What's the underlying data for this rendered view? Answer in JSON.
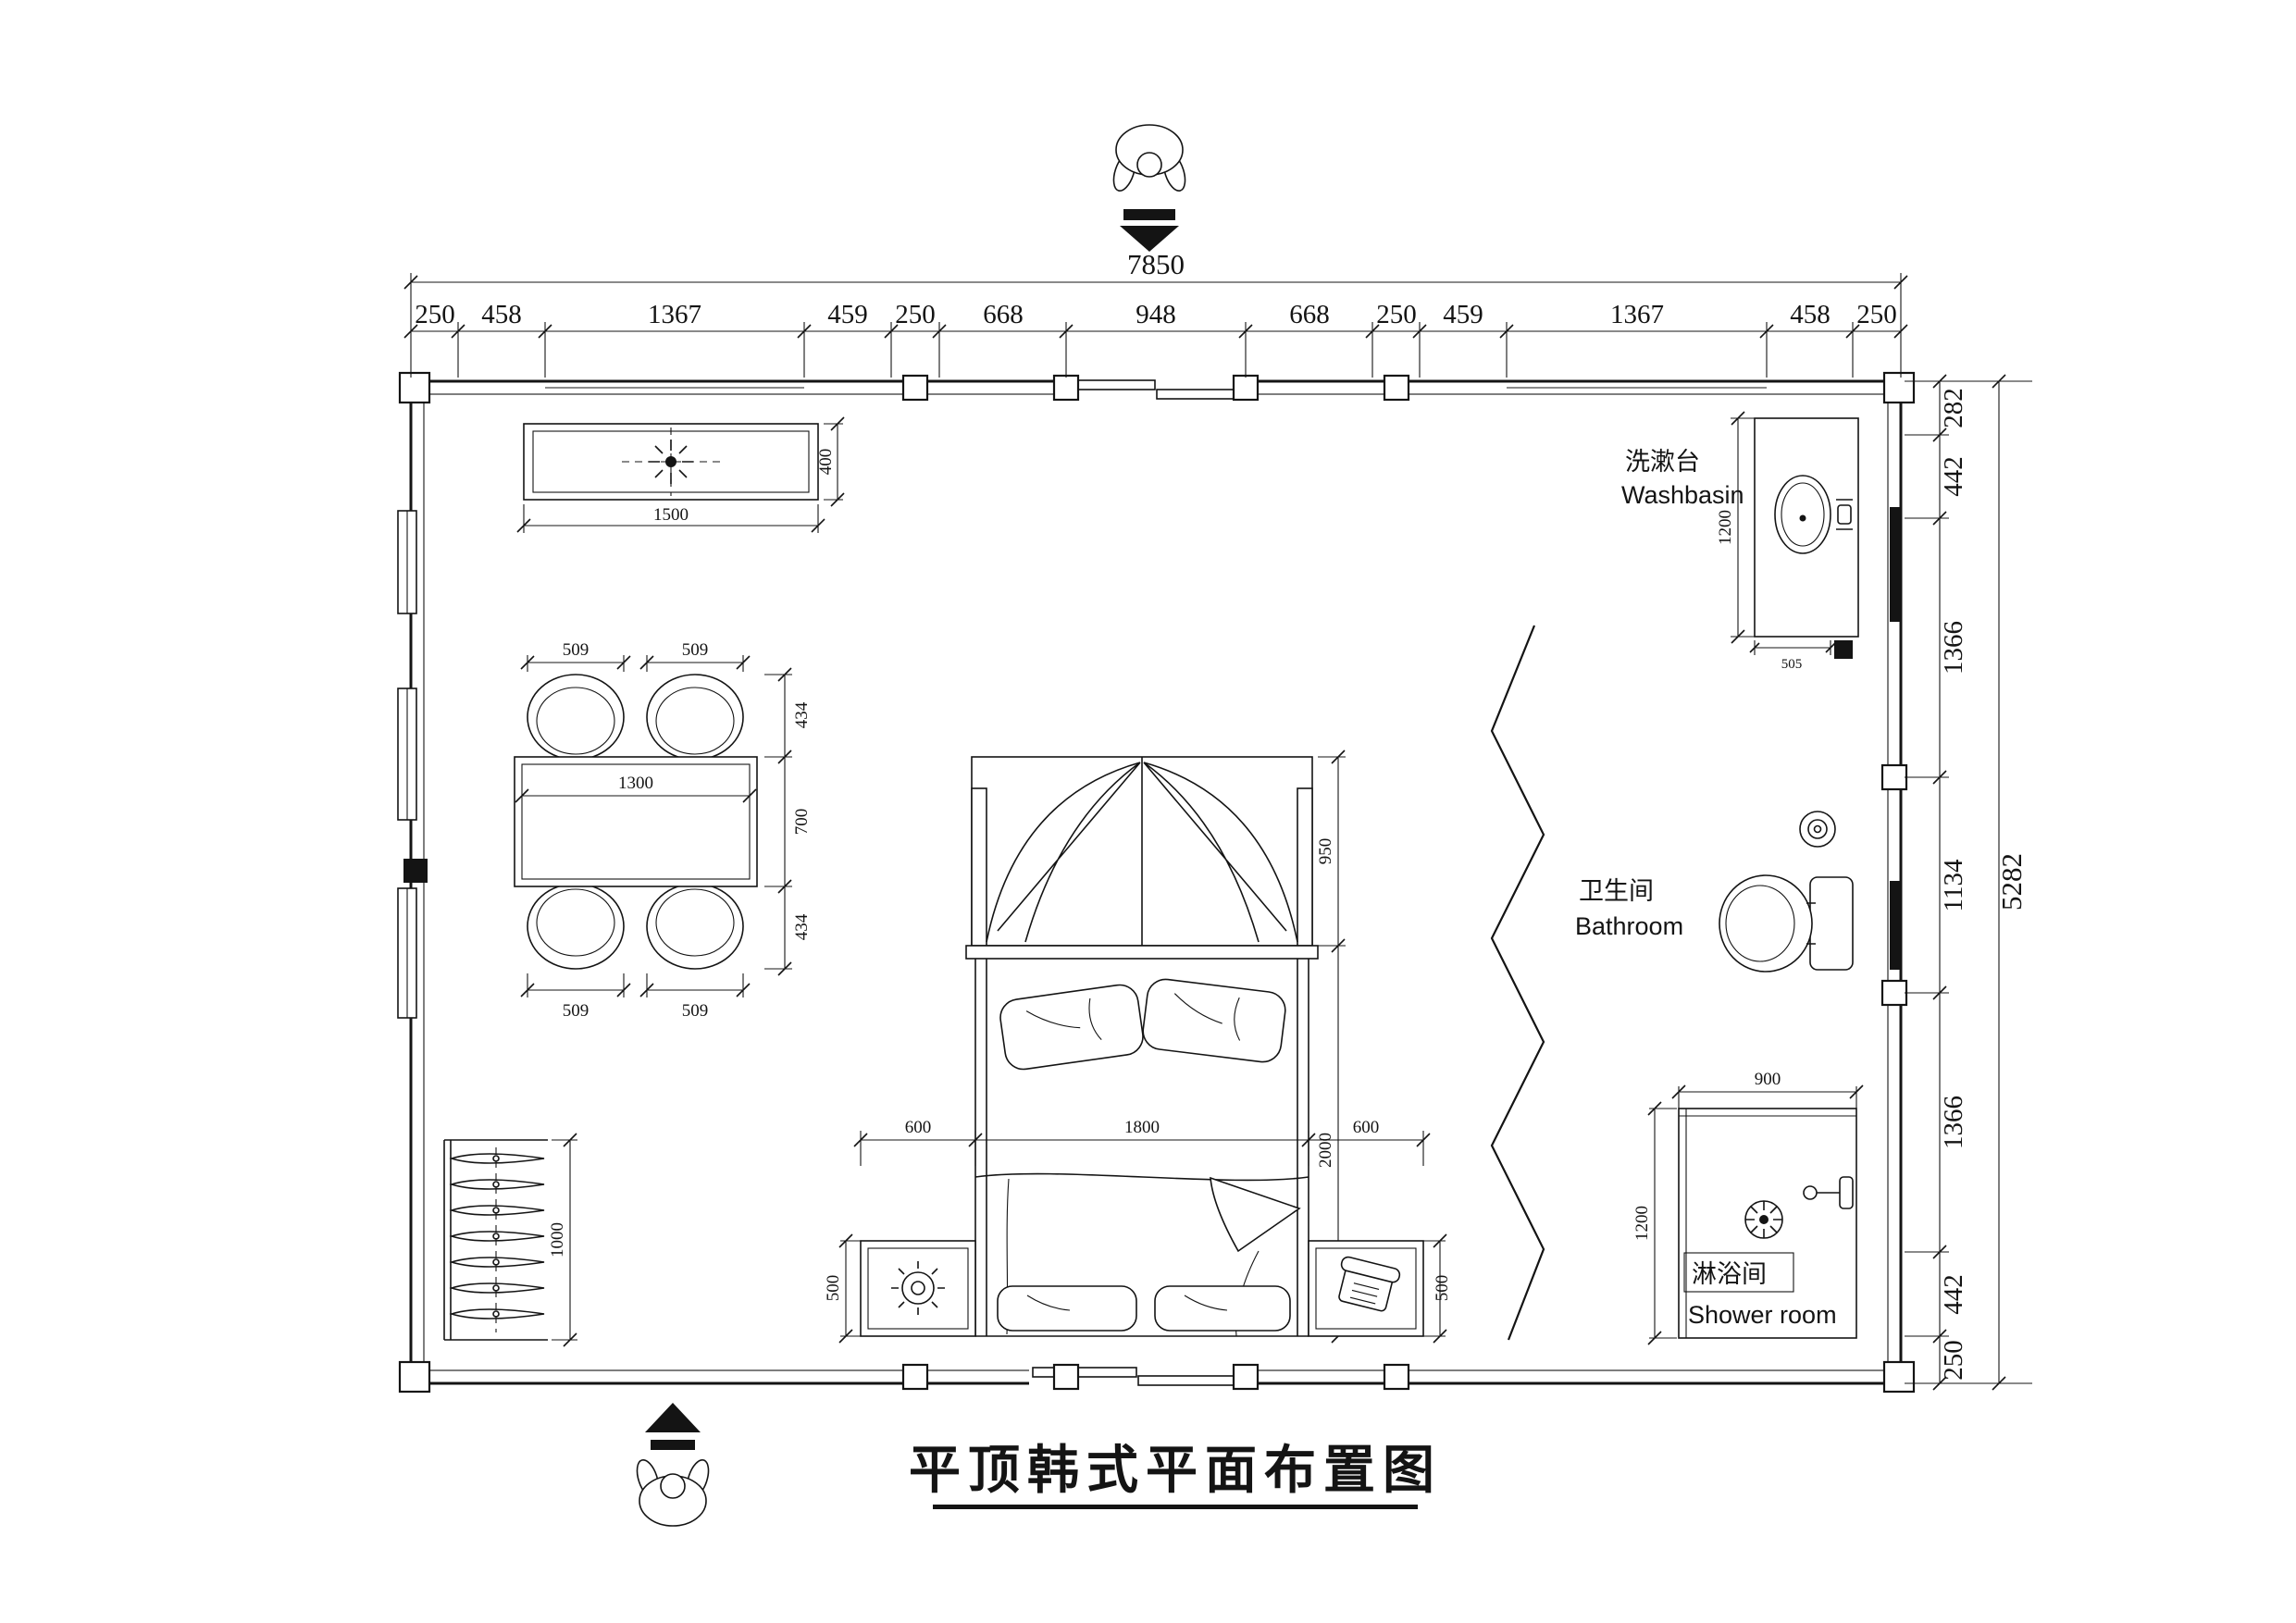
{
  "title": "平顶韩式平面布置图",
  "dimensions": {
    "top": {
      "total": "7850",
      "segments": [
        "250",
        "458",
        "1367",
        "459",
        "250",
        "668",
        "948",
        "668",
        "250",
        "459",
        "1367",
        "458",
        "250"
      ]
    },
    "right": {
      "total": "5282",
      "segments": [
        "282",
        "442",
        "1366",
        "1134",
        "1366",
        "442",
        "250"
      ]
    }
  },
  "rooms": {
    "washbasin": {
      "zh": "洗漱台",
      "en": "Washbasin"
    },
    "bathroom": {
      "zh": "卫生间",
      "en": "Bathroom"
    },
    "shower": {
      "zh": "淋浴间",
      "en": "Shower room"
    }
  },
  "furniture": {
    "ceiling_lamp": {
      "width": "1500",
      "depth": "400"
    },
    "dining": {
      "chair_w": "509",
      "chair_d": "434",
      "table_d": "700",
      "table_w": "1300"
    },
    "wardrobe": {
      "length": "1000"
    },
    "bed": {
      "canopy": "950",
      "length": "2000",
      "width": "1800",
      "side": "600",
      "nightstand": "500"
    },
    "basin": {
      "depth": "1200",
      "width": "505"
    },
    "shower_room": {
      "width": "900",
      "depth": "1200"
    }
  }
}
